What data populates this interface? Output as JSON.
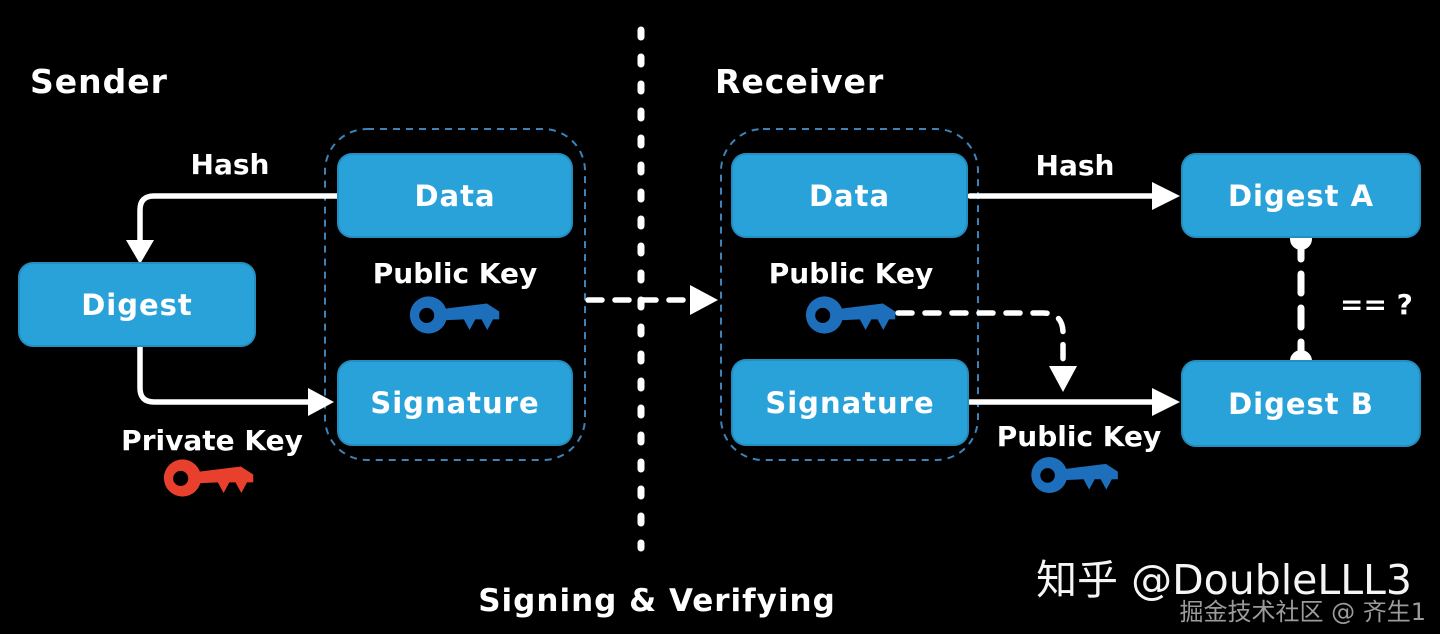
{
  "sender": {
    "title": "Sender",
    "hash_label": "Hash",
    "digest_label": "Digest",
    "data_label": "Data",
    "public_key_label": "Public Key",
    "signature_label": "Signature",
    "private_key_label": "Private Key"
  },
  "receiver": {
    "title": "Receiver",
    "data_label": "Data",
    "public_key_label": "Public Key",
    "signature_label": "Signature",
    "hash_label": "Hash",
    "digest_a_label": "Digest A",
    "digest_b_label": "Digest B",
    "verify_public_key_label": "Public Key",
    "compare_label": "== ?"
  },
  "caption": "Signing & Verifying",
  "watermarks": {
    "primary": "知乎 @DoubleLLL3",
    "secondary": "掘金技术社区 @ 齐生1"
  },
  "icons": {
    "sender_public_key": "key-icon",
    "sender_private_key": "key-icon",
    "receiver_public_key": "key-icon",
    "verify_public_key": "key-icon"
  },
  "colors": {
    "background": "#000000",
    "box_fill": "#29a2da",
    "box_text": "#ffffff",
    "group_border": "#3e82b8",
    "arrow": "#ffffff",
    "public_key_icon": "#1d6fbc",
    "private_key_icon": "#e8402d",
    "watermark_primary": "#f5f5f5",
    "watermark_secondary": "#9b9b9b"
  }
}
